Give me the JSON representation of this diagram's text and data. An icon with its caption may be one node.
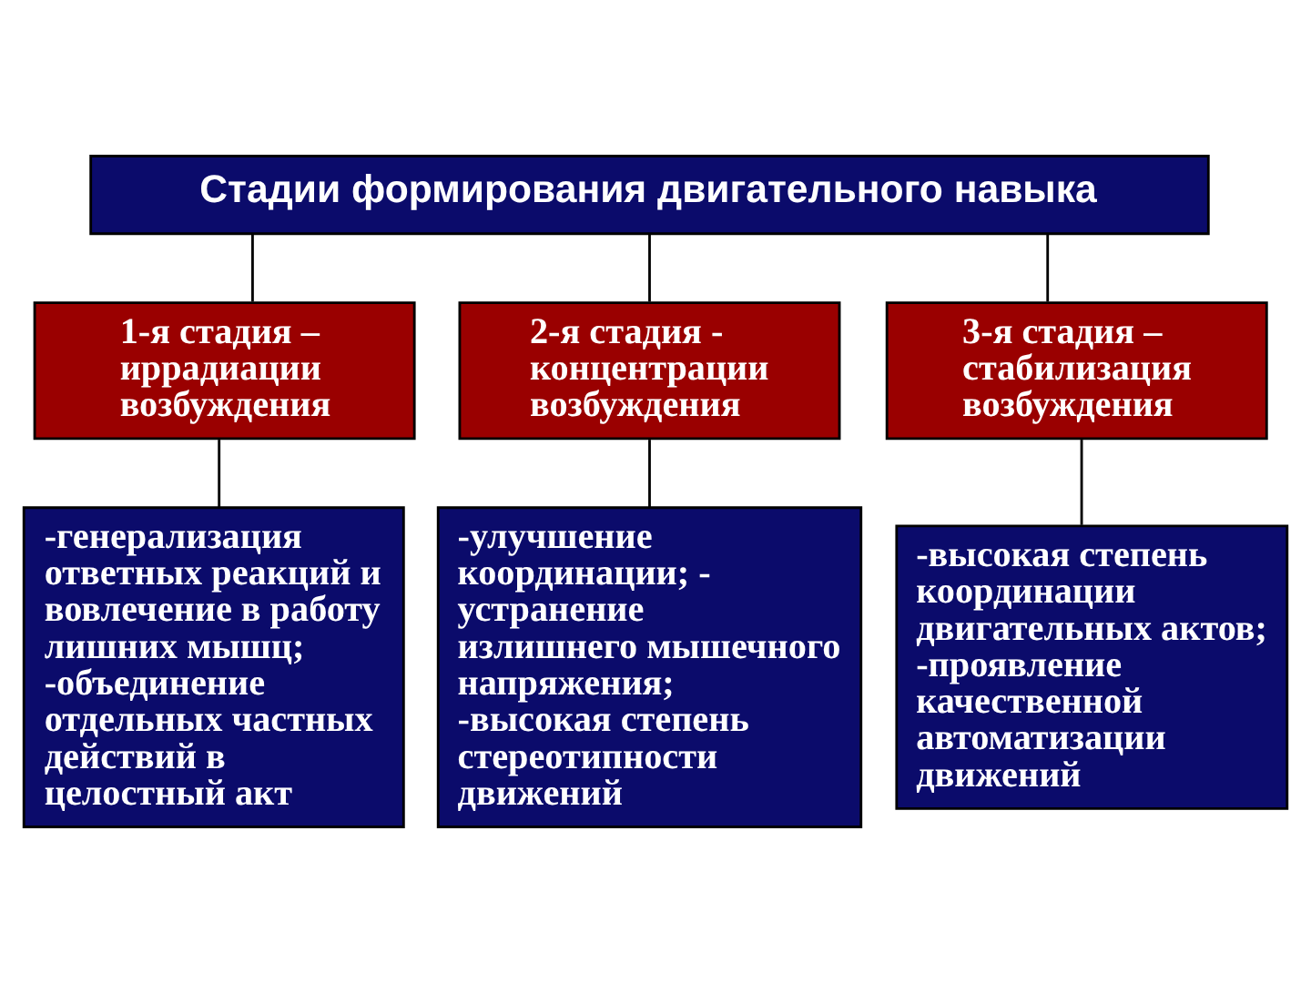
{
  "diagram": {
    "nodes": [
      {
        "text": [
          "Стадии формирования двигательного навыка"
        ]
      },
      {
        "text": [
          "1-я стадия – иррадиации возбуждения"
        ]
      },
      {
        "text": [
          "2-я стадия - концентрации возбуждения"
        ]
      },
      {
        "text": [
          "3-я стадия – стабилизация возбуждения"
        ]
      },
      {
        "text": [
          "-генерализация ответных реакций и вовлечение в работу лишних мышц;",
          "-объединение отдельных частных действий в целостный акт"
        ]
      },
      {
        "text": [
          "-улучшение координации; - устранение излишнего мышечного напряжения;",
          "-высокая степень стереотипности движений"
        ]
      },
      {
        "text": [
          "-высокая степень координации двигательных актов;",
          "-проявление качественной автоматизации движений"
        ]
      }
    ],
    "edges": [
      {
        "from": 0,
        "to": 1,
        "arrow": "none"
      },
      {
        "from": 0,
        "to": 2,
        "arrow": "none"
      },
      {
        "from": 0,
        "to": 3,
        "arrow": "none"
      },
      {
        "from": 1,
        "to": 4,
        "arrow": "none"
      },
      {
        "from": 2,
        "to": 5,
        "arrow": "none"
      },
      {
        "from": 3,
        "to": 6,
        "arrow": "none"
      }
    ]
  }
}
